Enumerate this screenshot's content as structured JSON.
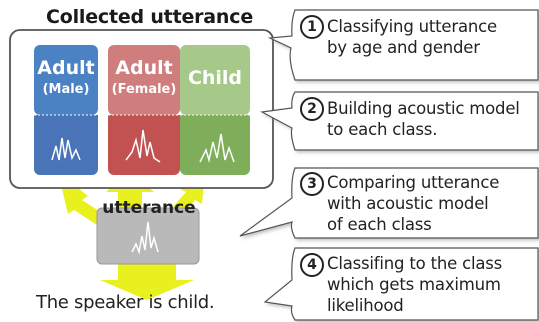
{
  "title": "Collected utterance",
  "categories": [
    {
      "main": "Adult",
      "sub": "(Male)",
      "top_color": "#4a82c3",
      "bottom_color": "#4a74b8"
    },
    {
      "main": "Adult",
      "sub": "(Female)",
      "top_color": "#d07d7d",
      "bottom_color": "#c25252"
    },
    {
      "main": "Child",
      "sub": "",
      "top_color": "#a6c98a",
      "bottom_color": "#7fae5b"
    }
  ],
  "utterance_label": "utterance",
  "result_text": "The speaker is child.",
  "arrow_color": "#e8f01d",
  "steps": [
    {
      "num": "1",
      "lines": [
        "Classifying utterance",
        "by age and gender"
      ]
    },
    {
      "num": "2",
      "lines": [
        "Building acoustic model",
        "to each class."
      ]
    },
    {
      "num": "3",
      "lines": [
        "Comparing utterance",
        "with acoustic model",
        "of each class"
      ]
    },
    {
      "num": "4",
      "lines": [
        "Classifing to the class",
        "which gets maximum",
        "likelihood"
      ]
    }
  ]
}
